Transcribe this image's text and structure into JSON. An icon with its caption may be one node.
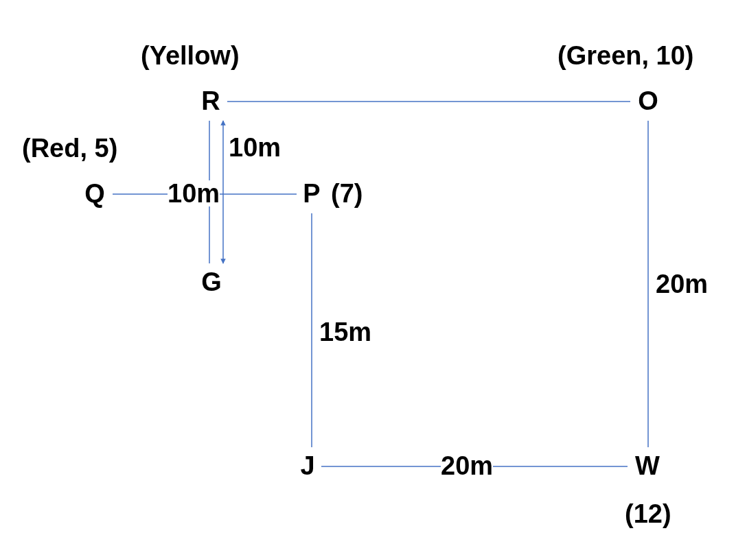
{
  "diagram": {
    "nodes": [
      {
        "text": [
          "R"
        ],
        "beside": [
          "(Yellow)"
        ]
      },
      {
        "text": [
          "O"
        ],
        "beside": [
          "(Green, 10)"
        ]
      },
      {
        "text": [
          "Q"
        ],
        "beside": [
          "(Red, 5)"
        ]
      },
      {
        "text": [
          "P"
        ],
        "beside": [
          "(7)"
        ]
      },
      {
        "text": [
          "G"
        ]
      },
      {
        "text": [
          "J"
        ]
      },
      {
        "text": [
          "W"
        ],
        "beside": [
          "(12)"
        ]
      }
    ],
    "edges": [
      {
        "from": 0,
        "to": 1,
        "arrow": "none"
      },
      {
        "from": 0,
        "to": 4,
        "arrow": "none"
      },
      {
        "from": 2,
        "to": 3,
        "arrow": "none",
        "label": "10m"
      },
      {
        "from": 3,
        "to": 5,
        "arrow": "none",
        "label": "15m"
      },
      {
        "from": 5,
        "to": 6,
        "arrow": "none",
        "label": "20m"
      },
      {
        "from": 1,
        "to": 6,
        "arrow": "none",
        "label": "20m"
      },
      {
        "from": 0,
        "to": 4,
        "arrow": "both",
        "label": "10m"
      }
    ]
  }
}
